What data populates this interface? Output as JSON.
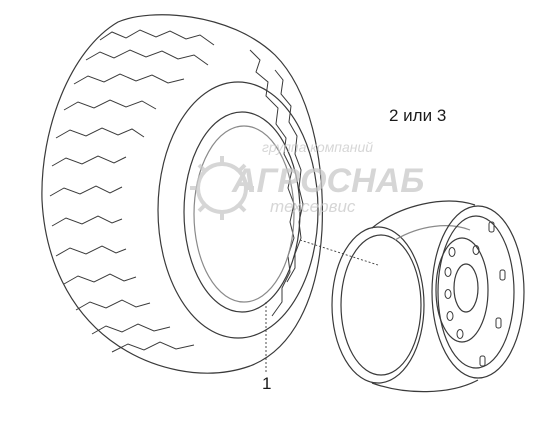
{
  "callouts": {
    "tire": "1",
    "wheel": "2 или 3"
  },
  "watermark": {
    "line1": "группа компаний",
    "line2": "АГРОСНАБ",
    "line3": "техсервис"
  },
  "colors": {
    "line": "#3a3a3a",
    "light_line": "#8a8a8a",
    "watermark": "#c9c9c9"
  }
}
